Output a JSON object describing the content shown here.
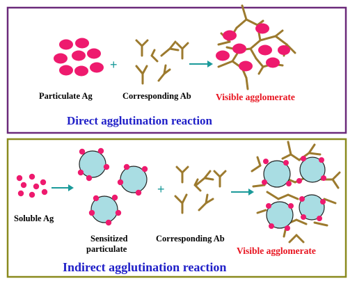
{
  "top": {
    "antigen_label": "Particulate Ag",
    "antibody_label": "Corresponding Ab",
    "result_label": "Visible agglomerate",
    "title": "Direct agglutination reaction",
    "plus": "+"
  },
  "bottom": {
    "antigen_label": "Soluble Ag",
    "sensitized_label_line1": "Sensitized",
    "sensitized_label_line2": "particulate",
    "antibody_label": "Corresponding Ab",
    "result_label": "Visible agglomerate",
    "title": "Indirect agglutination reaction",
    "plus": "+"
  },
  "colors": {
    "top_border": "#6b2a7a",
    "bottom_border": "#8a8a1e",
    "antigen": "#ee1a6e",
    "antibody": "#9c7a2e",
    "arrow": "#1a9a9a",
    "bead": "#a9dde3",
    "title": "#2020c8",
    "result_text": "#e8131f"
  }
}
